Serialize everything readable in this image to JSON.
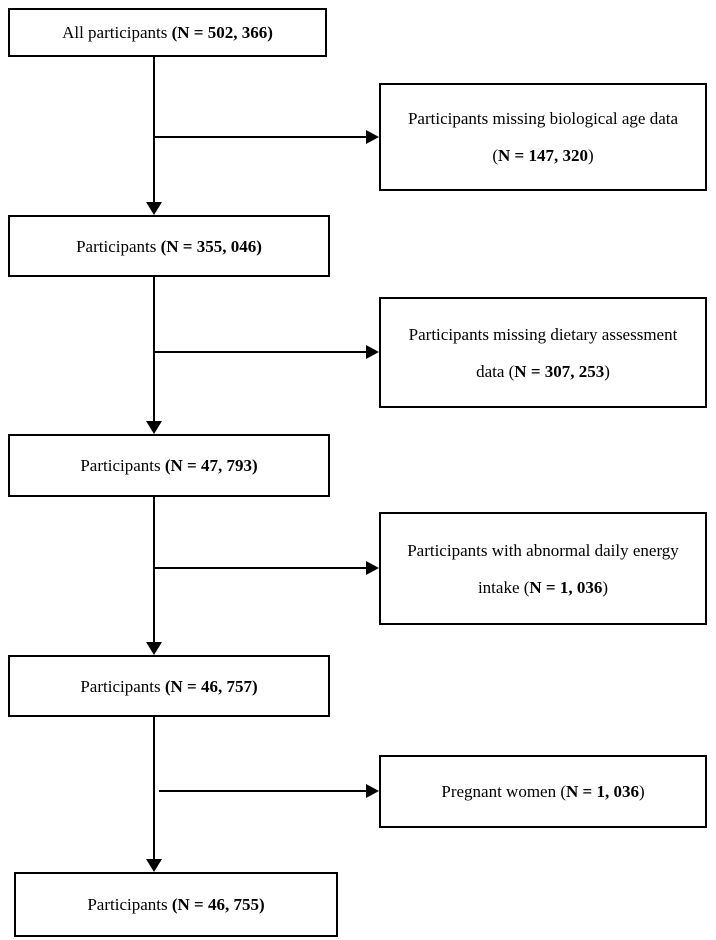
{
  "diagram": {
    "type": "flowchart",
    "colors": {
      "background": "#ffffff",
      "line": "#000000",
      "text": "#000000"
    },
    "main_boxes": [
      {
        "name": "all-participants",
        "segments": [
          {
            "text": "All participants ",
            "bold": false
          },
          {
            "text": "(N = 502, 366)",
            "bold": true
          }
        ]
      },
      {
        "name": "participants-355046",
        "segments": [
          {
            "text": "Participants ",
            "bold": false
          },
          {
            "text": "(N = 355, 046)",
            "bold": true
          }
        ]
      },
      {
        "name": "participants-47793",
        "segments": [
          {
            "text": "Participants ",
            "bold": false
          },
          {
            "text": "(N = 47, 793)",
            "bold": true
          }
        ]
      },
      {
        "name": "participants-46757",
        "segments": [
          {
            "text": "Participants ",
            "bold": false
          },
          {
            "text": "(N = 46, 757)",
            "bold": true
          }
        ]
      },
      {
        "name": "participants-46755",
        "segments": [
          {
            "text": "Participants ",
            "bold": false
          },
          {
            "text": "(N = 46, 755)",
            "bold": true
          }
        ]
      }
    ],
    "exclusion_boxes": [
      {
        "name": "missing-biological-age-data",
        "lines": [
          [
            {
              "text": "Participants missing biological age data",
              "bold": false
            }
          ],
          [
            {
              "text": "(",
              "bold": false
            },
            {
              "text": "N = 147, 320",
              "bold": true
            },
            {
              "text": ")",
              "bold": false
            }
          ]
        ]
      },
      {
        "name": "missing-dietary-assessment-data",
        "lines": [
          [
            {
              "text": "Participants missing dietary assessment",
              "bold": false
            }
          ],
          [
            {
              "text": "data (",
              "bold": false
            },
            {
              "text": "N = 307, 253",
              "bold": true
            },
            {
              "text": ")",
              "bold": false
            }
          ]
        ]
      },
      {
        "name": "abnormal-daily-energy-intake",
        "lines": [
          [
            {
              "text": "Participants with abnormal daily energy",
              "bold": false
            }
          ],
          [
            {
              "text": "intake (",
              "bold": false
            },
            {
              "text": "N = 1, 036",
              "bold": true
            },
            {
              "text": ")",
              "bold": false
            }
          ]
        ]
      },
      {
        "name": "pregnant-women",
        "lines": [
          [
            {
              "text": "Pregnant women (",
              "bold": false
            },
            {
              "text": "N = 1, 036",
              "bold": true
            },
            {
              "text": ")",
              "bold": false
            }
          ]
        ]
      }
    ]
  }
}
